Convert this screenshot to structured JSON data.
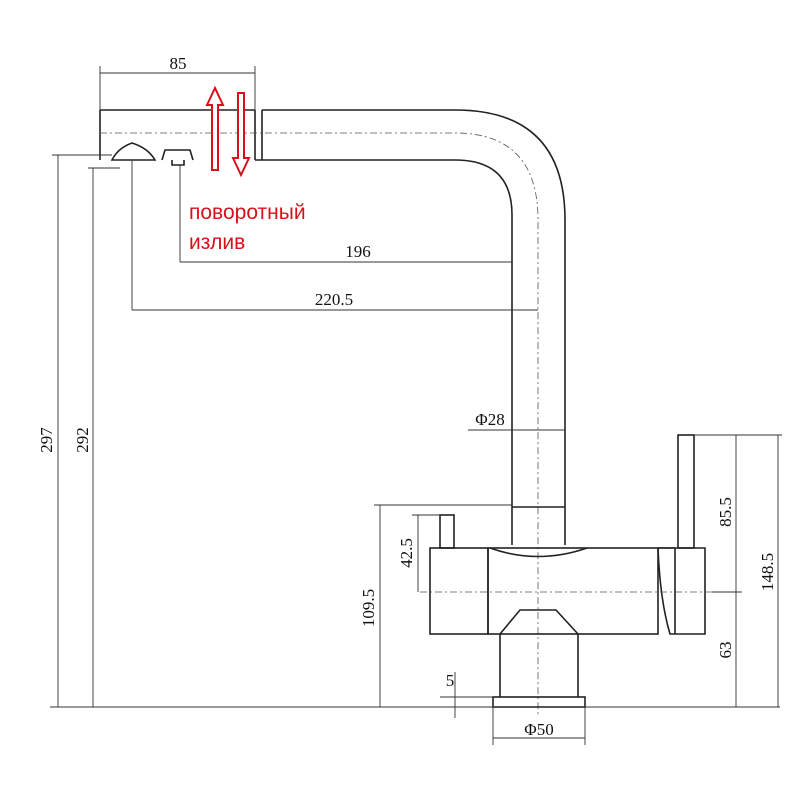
{
  "annotation": {
    "line1": "поворотный",
    "line2": "излив",
    "color": "#d8101c"
  },
  "dimensions": {
    "d85": "85",
    "d196": "196",
    "d220_5": "220.5",
    "d297": "297",
    "d292": "292",
    "d28": "Φ28",
    "d85_5": "85.5",
    "d42_5": "42.5",
    "d109_5": "109.5",
    "d148_5": "148.5",
    "d63": "63",
    "d5": "5",
    "d50": "Φ50"
  },
  "icons": {
    "rotation": "up-down-arrows-icon"
  }
}
